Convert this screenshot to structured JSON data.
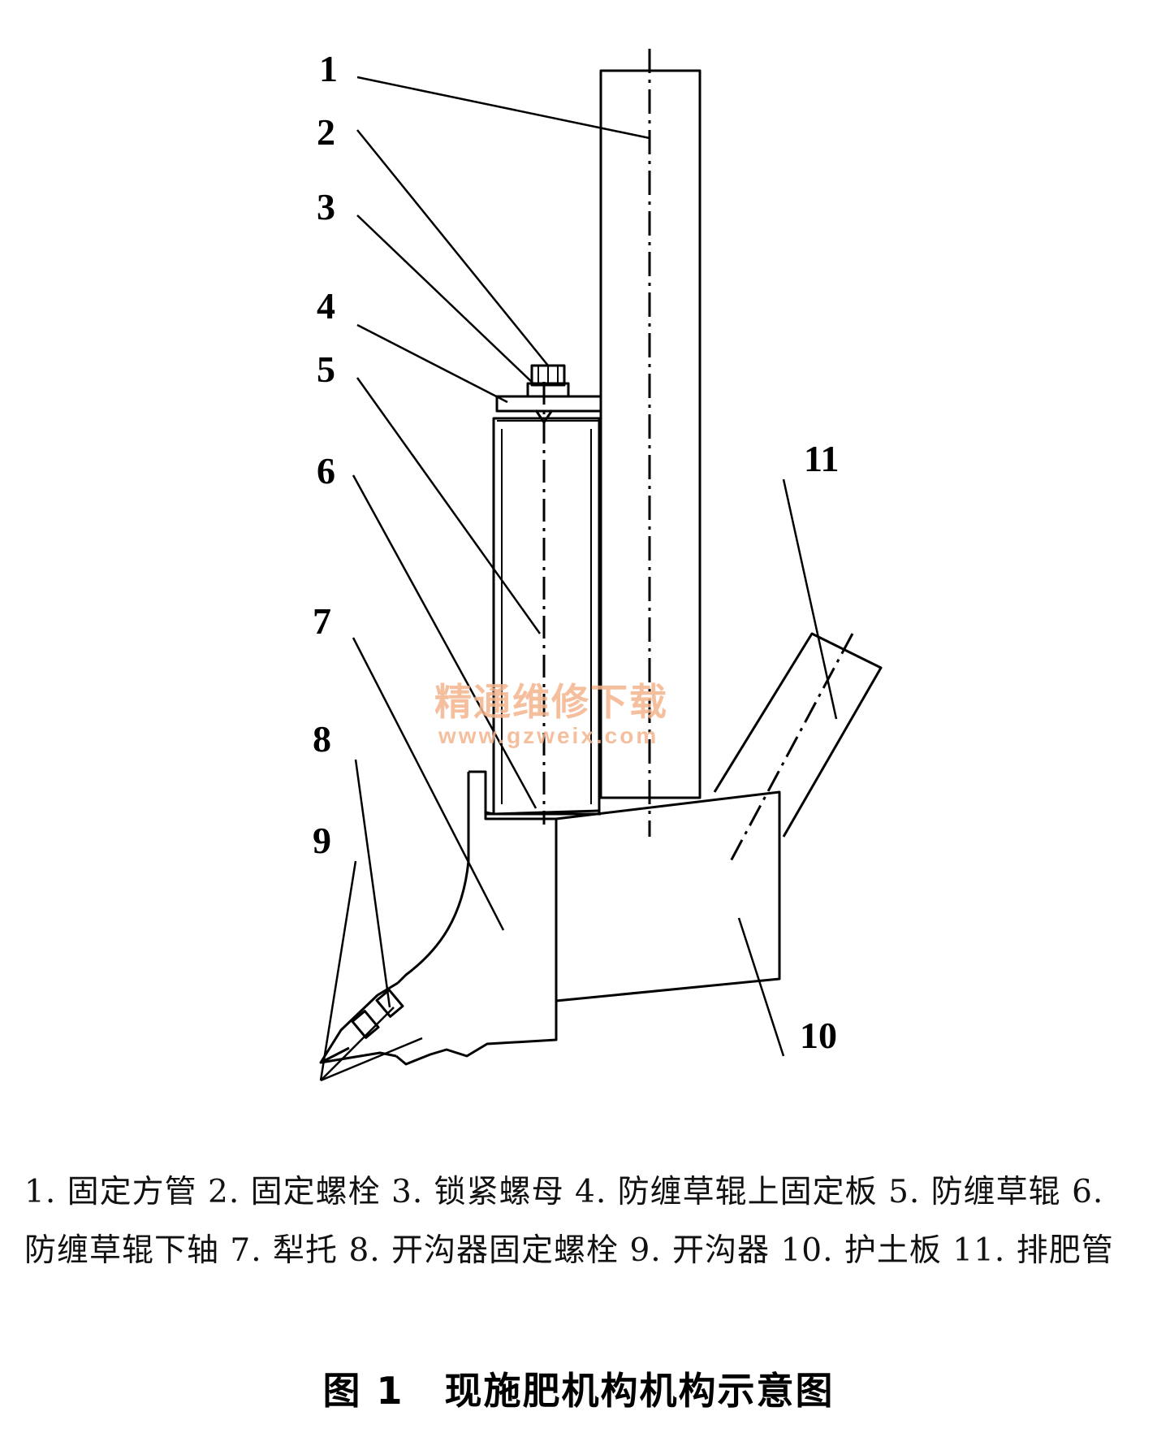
{
  "diagram": {
    "callouts": [
      "1",
      "2",
      "3",
      "4",
      "5",
      "6",
      "7",
      "8",
      "9",
      "10",
      "11"
    ],
    "watermark": {
      "text": "精通维修下载",
      "url": "www.gzweix.com"
    }
  },
  "legend": {
    "items": [
      "1. 固定方管",
      "2. 固定螺栓",
      "3. 锁紧螺母",
      "4. 防缠草辊上固定板",
      "5. 防缠草辊",
      "6. 防缠草辊下轴",
      "7. 犁托",
      "8. 开沟器固定螺栓",
      "9. 开沟器",
      "10. 护土板",
      "11. 排肥管"
    ]
  },
  "caption": {
    "number": "图 1",
    "title": "现施肥机构机构示意图"
  }
}
